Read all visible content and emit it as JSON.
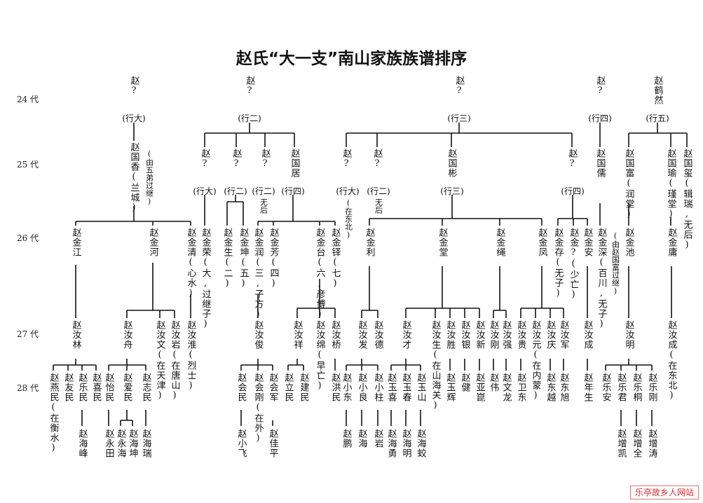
{
  "title": "赵氏“大一支”南山家族族谱排序",
  "generations": [
    "24 代",
    "25 代",
    "26 代",
    "27 代",
    "28 代"
  ],
  "watermark": "乐亭故乡人网站",
  "gen24": [
    {
      "id": "a",
      "name": "赵?",
      "rank": "(行大)"
    },
    {
      "id": "b",
      "name": "赵?",
      "rank": "(行二)"
    },
    {
      "id": "c",
      "name": "赵?",
      "rank": "(行三)"
    },
    {
      "id": "d",
      "name": "赵?",
      "rank": "(行四)"
    },
    {
      "id": "e",
      "name": "赵鹤然",
      "rank": "(行五)"
    }
  ],
  "gen25": [
    {
      "id": "a1",
      "name": "赵国香(兰城)",
      "note": "(由五弟过继)"
    },
    {
      "id": "b1",
      "name": "赵?",
      "rank": "(行大)"
    },
    {
      "id": "b2",
      "name": "赵?",
      "rank": "(行二)"
    },
    {
      "id": "b3",
      "name": "赵?",
      "rank": "(行二)",
      "note": "无后"
    },
    {
      "id": "b4",
      "name": "赵国居",
      "rank": "(行四)"
    },
    {
      "id": "c1",
      "name": "赵?",
      "rank": "(行大)",
      "note": "(在东北)"
    },
    {
      "id": "c2",
      "name": "赵?",
      "rank": "(行二)",
      "note": "无后"
    },
    {
      "id": "c3",
      "name": "赵国彬",
      "rank": "(行三)"
    },
    {
      "id": "c4",
      "name": "赵?",
      "rank": "(行四)"
    },
    {
      "id": "d1",
      "name": "赵国儒"
    },
    {
      "id": "e1",
      "name": "赵国富(润堂)"
    },
    {
      "id": "e2",
      "name": "赵国瑜(瑾堂)"
    },
    {
      "id": "e3",
      "name": "赵国玺(辑瑞,无后)"
    }
  ],
  "gen26": [
    {
      "id": "a1x",
      "name": "赵金江"
    },
    {
      "id": "a1y",
      "name": "赵金河"
    },
    {
      "id": "a1z",
      "name": "赵金清(心水)"
    },
    {
      "id": "b1x",
      "name": "赵金荣(大,过继子)"
    },
    {
      "id": "b2x",
      "name": "赵金生(二)"
    },
    {
      "id": "b2y",
      "name": "赵金坤(五)"
    },
    {
      "id": "b4x",
      "name": "赵金润(三,子方)"
    },
    {
      "id": "b4y",
      "name": "赵金芳(四)"
    },
    {
      "id": "b4z",
      "name": "赵金台(六,彦博)"
    },
    {
      "id": "b4w",
      "name": "赵金铎(七)"
    },
    {
      "id": "c3w",
      "name": "赵金利"
    },
    {
      "id": "c3x",
      "name": "赵金堂"
    },
    {
      "id": "c3y",
      "name": "赵金绳"
    },
    {
      "id": "c3z",
      "name": "赵金凤"
    },
    {
      "id": "c4x",
      "name": "赵金存(无子)"
    },
    {
      "id": "c4y",
      "name": "赵金?(少亡)"
    },
    {
      "id": "c4z",
      "name": "赵金安"
    },
    {
      "id": "d1x",
      "name": "赵金深(百川,无子)",
      "note": "(由赵国富过继)"
    },
    {
      "id": "e1x",
      "name": "赵金池"
    },
    {
      "id": "e2x",
      "name": "赵金庸"
    }
  ],
  "gen27": [
    {
      "id": "g1",
      "name": "赵汝林"
    },
    {
      "id": "g2",
      "name": "赵汝舟"
    },
    {
      "id": "g3",
      "name": "赵汝文(在天津)"
    },
    {
      "id": "g4",
      "name": "赵汝岩(在唐山)"
    },
    {
      "id": "g5",
      "name": "赵汝淮(烈士)"
    },
    {
      "id": "g6",
      "name": "赵汝俊"
    },
    {
      "id": "g7",
      "name": "赵汝祥"
    },
    {
      "id": "g8",
      "name": "赵汝绵(早亡)"
    },
    {
      "id": "g9",
      "name": "赵汝桥"
    },
    {
      "id": "g10",
      "name": "赵汝发"
    },
    {
      "id": "g11",
      "name": "赵汝德"
    },
    {
      "id": "g12",
      "name": "赵汝才"
    },
    {
      "id": "g13",
      "name": "赵汝生(在山海关)"
    },
    {
      "id": "g14",
      "name": "赵汝胜"
    },
    {
      "id": "g15",
      "name": "赵汝银"
    },
    {
      "id": "g16",
      "name": "赵汝新"
    },
    {
      "id": "g17",
      "name": "赵汝刚"
    },
    {
      "id": "g18",
      "name": "赵汝强"
    },
    {
      "id": "g19",
      "name": "赵汝贵"
    },
    {
      "id": "g20",
      "name": "赵汝元(在内蒙)"
    },
    {
      "id": "g21",
      "name": "赵汝庆"
    },
    {
      "id": "g22",
      "name": "赵汝军"
    },
    {
      "id": "g23",
      "name": "赵汝成"
    },
    {
      "id": "g24",
      "name": "赵汝明"
    },
    {
      "id": "g25",
      "name": "赵汝成(在东北)"
    }
  ],
  "gen28": [
    {
      "id": "h1",
      "name": "赵燕民(在衡水)"
    },
    {
      "id": "h2",
      "name": "赵友民"
    },
    {
      "id": "h3",
      "name": "赵乐民"
    },
    {
      "id": "h4",
      "name": "赵喜民"
    },
    {
      "id": "h5",
      "name": "赵怡民"
    },
    {
      "id": "h6",
      "name": "赵爱民"
    },
    {
      "id": "h7",
      "name": "赵志民"
    },
    {
      "id": "h8",
      "name": "赵会民"
    },
    {
      "id": "h9",
      "name": "赵会刚(在外)"
    },
    {
      "id": "h10",
      "name": "赵会军"
    },
    {
      "id": "h11",
      "name": "赵立民"
    },
    {
      "id": "h12",
      "name": "赵建民"
    },
    {
      "id": "h13",
      "name": "赵洪民"
    },
    {
      "id": "h14",
      "name": "赵小东"
    },
    {
      "id": "h15",
      "name": "赵小良"
    },
    {
      "id": "h16",
      "name": "赵小柱"
    },
    {
      "id": "h17",
      "name": "赵玉喜"
    },
    {
      "id": "h18",
      "name": "赵玉春"
    },
    {
      "id": "h19",
      "name": "赵玉山"
    },
    {
      "id": "h20",
      "name": "赵玉辉"
    },
    {
      "id": "h21",
      "name": "赵健"
    },
    {
      "id": "h22",
      "name": "赵亚崑"
    },
    {
      "id": "h23",
      "name": "赵伟"
    },
    {
      "id": "h24",
      "name": "赵文龙"
    },
    {
      "id": "h25",
      "name": "赵卫东"
    },
    {
      "id": "h26",
      "name": "赵东越"
    },
    {
      "id": "h27",
      "name": "赵东旭"
    },
    {
      "id": "h28",
      "name": "赵年生"
    },
    {
      "id": "h29",
      "name": "赵乐安"
    },
    {
      "id": "h30",
      "name": "赵乐君"
    },
    {
      "id": "h31",
      "name": "赵乐桐"
    },
    {
      "id": "h32",
      "name": "赵乐刚"
    }
  ],
  "gen29": [
    {
      "id": "i1",
      "name": "赵海峰"
    },
    {
      "id": "i2",
      "name": "赵永田"
    },
    {
      "id": "i3",
      "name": "赵永海"
    },
    {
      "id": "i4",
      "name": "赵海坤"
    },
    {
      "id": "i5",
      "name": "赵海瑞"
    },
    {
      "id": "i6",
      "name": "赵小飞"
    },
    {
      "id": "i7",
      "name": "赵佳平"
    },
    {
      "id": "i8",
      "name": "赵鹏"
    },
    {
      "id": "i9",
      "name": "赵海"
    },
    {
      "id": "i10",
      "name": "赵岩"
    },
    {
      "id": "i11",
      "name": "赵海勇"
    },
    {
      "id": "i12",
      "name": "赵海明"
    },
    {
      "id": "i13",
      "name": "赵海蛟"
    },
    {
      "id": "i14",
      "name": "赵增凯"
    },
    {
      "id": "i15",
      "name": "赵增全"
    },
    {
      "id": "i16",
      "name": "赵增涛"
    }
  ]
}
